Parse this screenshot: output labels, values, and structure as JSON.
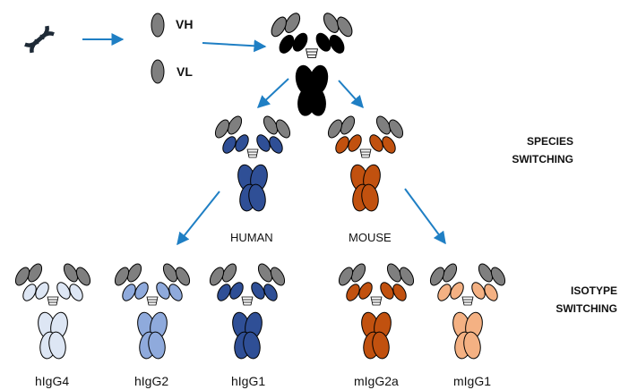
{
  "chain_labels": {
    "vh": "VH",
    "vl": "VL"
  },
  "section_labels": {
    "species_line1": "SPECIES",
    "species_line2": "SWITCHING",
    "isotype_line1": "ISOTYPE",
    "isotype_line2": "SWITCHING"
  },
  "species_labels": {
    "human": "HUMAN",
    "mouse": "MOUSE"
  },
  "isotypes": [
    "hIgG4",
    "hIgG2",
    "hIgG1",
    "mIgG2a",
    "mIgG1"
  ],
  "colors": {
    "variable": "#7f7f7f",
    "arrow": "#1f7fc4",
    "parent": "#000000",
    "human": "#2f4f96",
    "mouse": "#c1510f",
    "hIgG4": "#dde6f4",
    "hIgG2": "#8faadc",
    "hIgG1": "#2f4f96",
    "mIgG2a": "#c1510f",
    "mIgG1": "#f4b183"
  },
  "icons": [
    "dna-icon",
    "vh-domain-icon",
    "vl-domain-icon",
    "antibody-icon"
  ]
}
